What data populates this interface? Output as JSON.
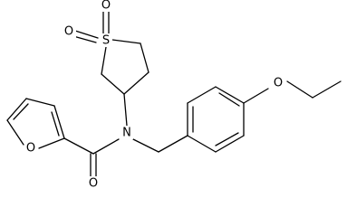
{
  "diagram": {
    "type": "chemical-structure",
    "atom_labels": {
      "sulfone_sulfur": "S",
      "sulfone_oxygen_top": "O",
      "sulfone_oxygen_left": "O",
      "furan_oxygen": "O",
      "amide_nitrogen": "N",
      "carbonyl_oxygen": "O",
      "ether_oxygen": "O"
    },
    "colors": {
      "bond": "#000000",
      "label": "#000000",
      "background": "#ffffff"
    }
  }
}
